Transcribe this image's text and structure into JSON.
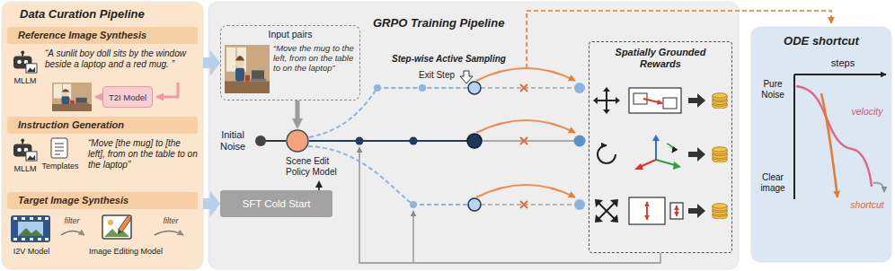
{
  "diagram": {
    "nodes": [
      {
        "text": [
          "Data Curation Pipeline"
        ]
      },
      {
        "text": [
          "Reference Image Synthesis"
        ],
        "in": 0
      },
      {
        "text": [
          "T2I Model"
        ],
        "in": 0
      },
      {
        "text": [
          "Instruction Generation"
        ],
        "in": 0
      },
      {
        "text": [
          "Target Image Synthesis"
        ],
        "in": 0
      },
      {
        "text": [
          "GRPO Training Pipeline"
        ]
      },
      {
        "text": [
          "Input pairs",
          "“Move the mug to the left, from on the table to on the laptop”"
        ],
        "in": 5
      },
      {
        "text": [
          "Initial Noise"
        ],
        "in": 5
      },
      {
        "text": [
          "Scene Edit Policy Model"
        ],
        "in": 5
      },
      {
        "text": [
          "SFT Cold Start"
        ],
        "in": 5
      },
      {
        "text": [
          "Spatially Grounded Rewards"
        ],
        "in": 5
      },
      {
        "text": [
          "ODE shortcut"
        ]
      }
    ],
    "edges": [
      {
        "from": 0,
        "to": 6,
        "arrow": "to"
      },
      {
        "from": 0,
        "to": 9,
        "arrow": "to"
      },
      {
        "from": 6,
        "to": 8,
        "arrow": "to"
      },
      {
        "from": 7,
        "to": 8,
        "arrow": "none"
      },
      {
        "from": 9,
        "to": 8,
        "arrow": "to"
      }
    ],
    "labels": [
      "MLLM",
      "“A sunlit boy doll sits by the window beside a laptop and a red mug. ”",
      "MLLM",
      "Templates",
      "“Move [the mug] to [the left], from on the table to on the laptop”",
      "I2V Model",
      "filter",
      "Image Editing Model",
      "filter",
      "Step-wise Active Sampling",
      "Exit Step",
      "steps",
      "Pure Noise",
      "Clear image",
      "velocity",
      "shortcut"
    ]
  }
}
